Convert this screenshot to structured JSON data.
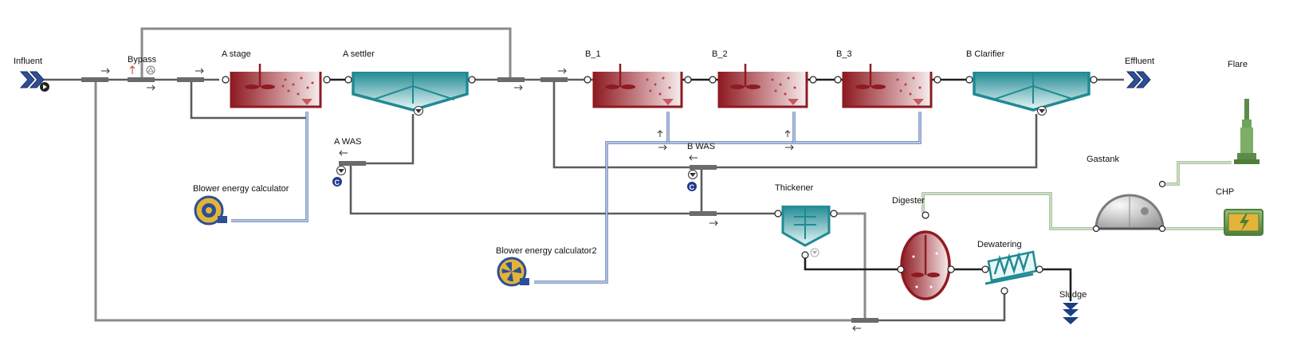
{
  "labels": {
    "influent": "Influent",
    "bypass": "Bypass",
    "a_stage": "A stage",
    "a_settler": "A settler",
    "a_was": "A WAS",
    "blower1": "Blower energy calculator",
    "blower2": "Blower energy calculator2",
    "b1": "B_1",
    "b2": "B_2",
    "b3": "B_3",
    "b_clarifier": "B Clarifier",
    "b_was": "B WAS",
    "effluent": "Effluent",
    "flare": "Flare",
    "gastank": "Gastank",
    "chp": "CHP",
    "thickener": "Thickener",
    "digester": "Digester",
    "dewatering": "Dewatering",
    "sludge": "Sludge"
  },
  "badges": {
    "controller": "C"
  },
  "colors": {
    "tank_red": "#8e1b22",
    "clarifier_teal": "#1f8a93",
    "air_line": "#3b5fa8",
    "gas_line": "#7aa36a",
    "pipe": "#5c5c5c",
    "stream_arrow": "#1f3f8f",
    "blower_yellow": "#e2b43a"
  },
  "icons": {
    "influent": "chevron-stream-icon",
    "effluent": "chevron-stream-icon",
    "sludge": "chevron-down-stream-icon",
    "blower": "fan-blower-icon",
    "flare": "flare-stack-icon",
    "gastank": "gas-sphere-icon",
    "chp": "generator-lightning-icon",
    "pump": "pump-triangle-icon",
    "mixer": "mixer-impeller-icon"
  }
}
